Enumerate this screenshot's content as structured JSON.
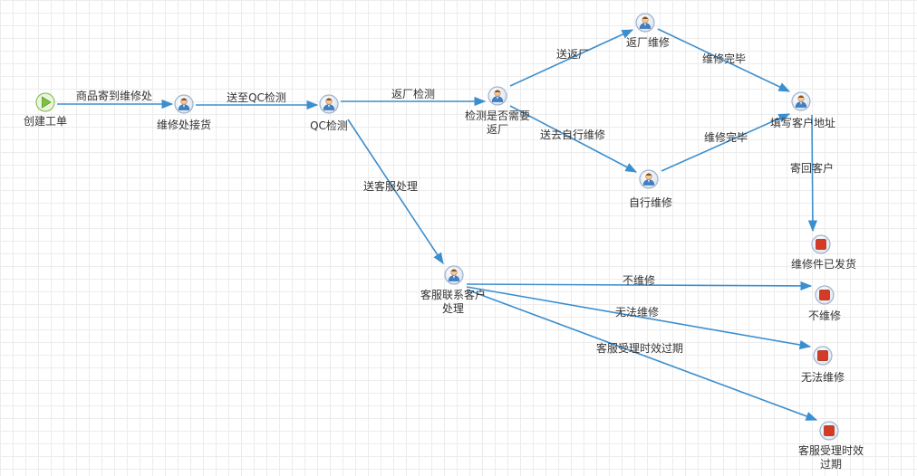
{
  "colors": {
    "edge": "#3c8fcf",
    "start": "#7cc242",
    "end": "#d63a24",
    "task_ring": "#9fb3cc"
  },
  "nodes": [
    {
      "id": "start",
      "type": "start",
      "icon": "play-icon",
      "label": [
        "创建工单"
      ]
    },
    {
      "id": "repair_receive",
      "type": "task",
      "icon": "user-icon",
      "label": [
        "维修处接货"
      ]
    },
    {
      "id": "qc_check",
      "type": "task",
      "icon": "user-icon",
      "label": [
        "QC检测"
      ]
    },
    {
      "id": "need_return",
      "type": "task",
      "icon": "user-icon",
      "label": [
        "检测是否需要",
        "返厂"
      ]
    },
    {
      "id": "factory_repair",
      "type": "task",
      "icon": "user-icon",
      "label": [
        "返厂维修"
      ]
    },
    {
      "id": "self_repair",
      "type": "task",
      "icon": "user-icon",
      "label": [
        "自行维修"
      ]
    },
    {
      "id": "fill_address",
      "type": "task",
      "icon": "user-icon",
      "label": [
        "填写客户地址"
      ]
    },
    {
      "id": "shipped",
      "type": "end",
      "icon": "stop-icon",
      "label": [
        "维修件已发货"
      ]
    },
    {
      "id": "cs_contact",
      "type": "task",
      "icon": "user-icon",
      "label": [
        "客服联系客户",
        "处理"
      ]
    },
    {
      "id": "no_repair",
      "type": "end",
      "icon": "stop-icon",
      "label": [
        "不维修"
      ]
    },
    {
      "id": "cannot_repair",
      "type": "end",
      "icon": "stop-icon",
      "label": [
        "无法维修"
      ]
    },
    {
      "id": "cs_expired",
      "type": "end",
      "icon": "stop-icon",
      "label": [
        "客服受理时效",
        "过期"
      ]
    }
  ],
  "edges": [
    {
      "id": "e1",
      "from": "start",
      "to": "repair_receive",
      "label": "商品寄到维修处"
    },
    {
      "id": "e2",
      "from": "repair_receive",
      "to": "qc_check",
      "label": "送至QC检测"
    },
    {
      "id": "e3",
      "from": "qc_check",
      "to": "need_return",
      "label": "返厂检测"
    },
    {
      "id": "e4",
      "from": "qc_check",
      "to": "cs_contact",
      "label": "送客服处理"
    },
    {
      "id": "e5",
      "from": "need_return",
      "to": "factory_repair",
      "label": "送返厂"
    },
    {
      "id": "e6",
      "from": "need_return",
      "to": "self_repair",
      "label": "送去自行维修"
    },
    {
      "id": "e7",
      "from": "factory_repair",
      "to": "fill_address",
      "label": "维修完毕"
    },
    {
      "id": "e8",
      "from": "self_repair",
      "to": "fill_address",
      "label": "维修完毕"
    },
    {
      "id": "e9",
      "from": "fill_address",
      "to": "shipped",
      "label": "寄回客户"
    },
    {
      "id": "e10",
      "from": "cs_contact",
      "to": "no_repair",
      "label": "不维修"
    },
    {
      "id": "e11",
      "from": "cs_contact",
      "to": "cannot_repair",
      "label": "无法维修"
    },
    {
      "id": "e12",
      "from": "cs_contact",
      "to": "cs_expired",
      "label": "客服受理时效过期"
    }
  ]
}
